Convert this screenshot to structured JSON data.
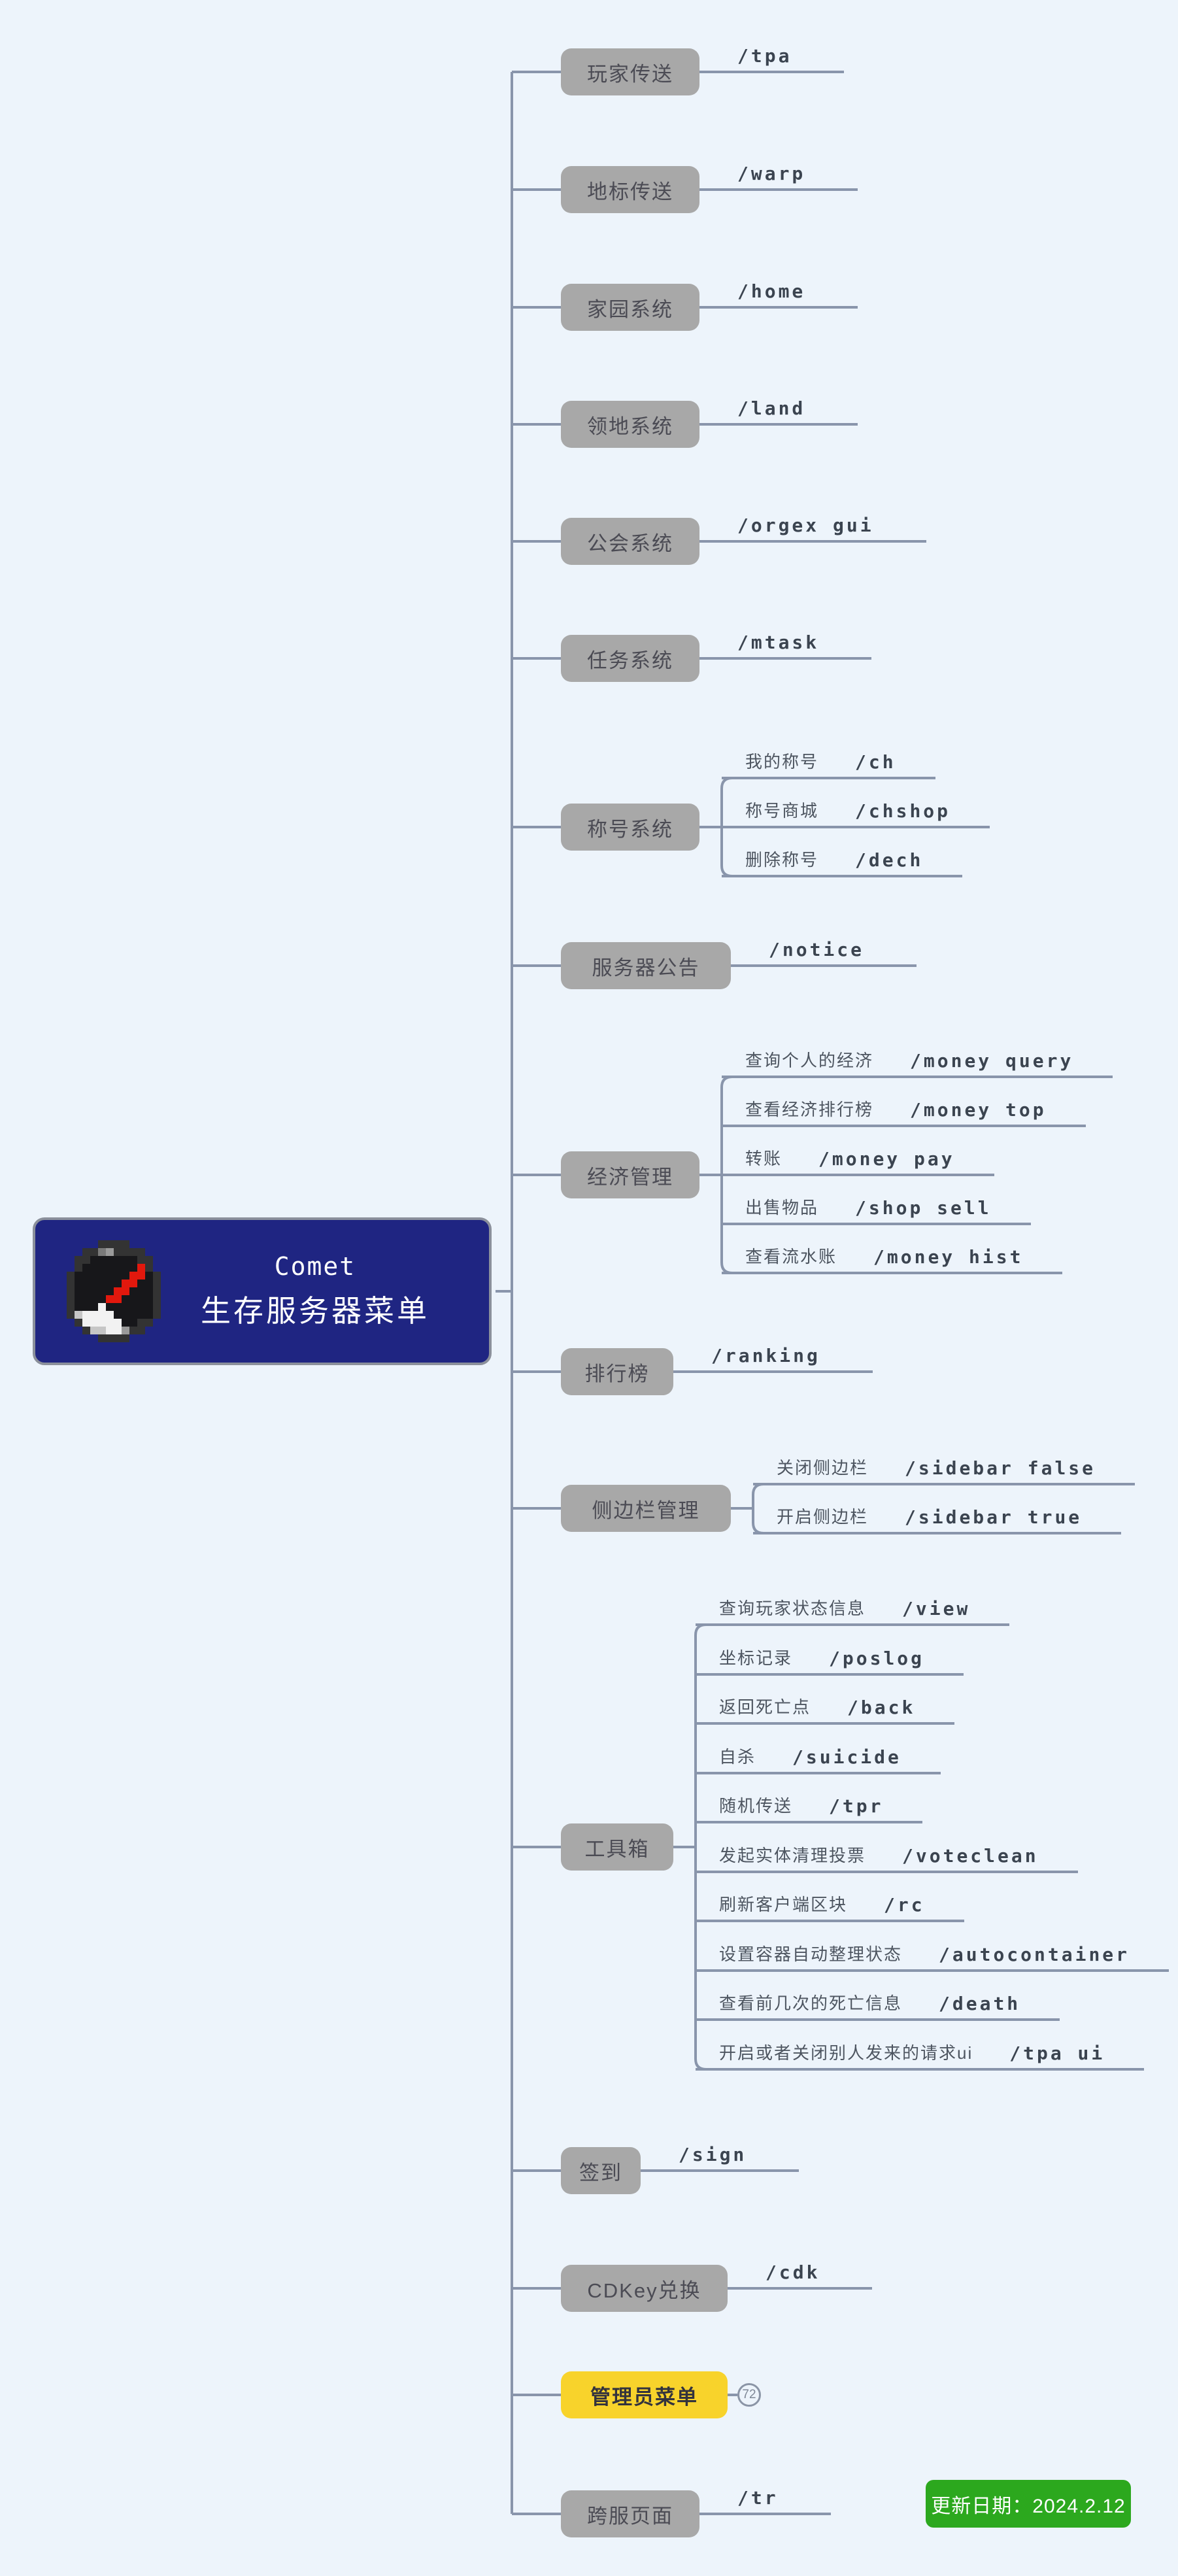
{
  "root": {
    "title_line1": "Comet",
    "title_line2": "生存服务器菜单",
    "bg_color": "#1f2582"
  },
  "branches": [
    {
      "id": "player-teleport",
      "label": "玩家传送",
      "command": "/tpa"
    },
    {
      "id": "waypoint-teleport",
      "label": "地标传送",
      "command": "/warp"
    },
    {
      "id": "home-system",
      "label": "家园系统",
      "command": "/home"
    },
    {
      "id": "land-system",
      "label": "领地系统",
      "command": "/land"
    },
    {
      "id": "guild-system",
      "label": "公会系统",
      "command": "/orgex gui"
    },
    {
      "id": "task-system",
      "label": "任务系统",
      "command": "/mtask"
    },
    {
      "id": "title-system",
      "label": "称号系统",
      "children": [
        {
          "label": "我的称号",
          "command": "/ch"
        },
        {
          "label": "称号商城",
          "command": "/chshop"
        },
        {
          "label": "删除称号",
          "command": "/dech"
        }
      ]
    },
    {
      "id": "server-notice",
      "label": "服务器公告",
      "command": "/notice"
    },
    {
      "id": "economy",
      "label": "经济管理",
      "children": [
        {
          "label": "查询个人的经济",
          "command": "/money query"
        },
        {
          "label": "查看经济排行榜",
          "command": "/money top"
        },
        {
          "label": "转账",
          "command": "/money pay"
        },
        {
          "label": "出售物品",
          "command": "/shop sell"
        },
        {
          "label": "查看流水账",
          "command": "/money hist"
        }
      ]
    },
    {
      "id": "ranking",
      "label": "排行榜",
      "command": "/ranking"
    },
    {
      "id": "sidebar-manage",
      "label": "侧边栏管理",
      "children": [
        {
          "label": "关闭侧边栏",
          "command": "/sidebar false"
        },
        {
          "label": "开启侧边栏",
          "command": "/sidebar true"
        }
      ]
    },
    {
      "id": "toolbox",
      "label": "工具箱",
      "children": [
        {
          "label": "查询玩家状态信息",
          "command": "/view"
        },
        {
          "label": "坐标记录",
          "command": "/poslog"
        },
        {
          "label": "返回死亡点",
          "command": "/back"
        },
        {
          "label": "自杀",
          "command": "/suicide"
        },
        {
          "label": "随机传送",
          "command": "/tpr"
        },
        {
          "label": "发起实体清理投票",
          "command": "/voteclean"
        },
        {
          "label": "刷新客户端区块",
          "command": "/rc"
        },
        {
          "label": "设置容器自动整理状态",
          "command": "/autocontainer"
        },
        {
          "label": "查看前几次的死亡信息",
          "command": "/death"
        },
        {
          "label": "开启或者关闭别人发来的请求ui",
          "command": "/tpa ui"
        }
      ]
    },
    {
      "id": "sign-in",
      "label": "签到",
      "command": "/sign"
    },
    {
      "id": "cdkey",
      "label": "CDKey兑换",
      "command": "/cdk"
    },
    {
      "id": "admin-menu",
      "label": "管理员菜单",
      "highlight": true,
      "collapsed_count": "72"
    },
    {
      "id": "cross-server",
      "label": "跨服页面",
      "command": "/tr"
    }
  ],
  "update_badge": {
    "label": "更新日期：2024.2.12",
    "bg_color": "#2ca81e"
  },
  "colors": {
    "background": "#edf4fb",
    "connector": "#8995ab",
    "node_fill": "#a8a8a8",
    "node_text": "#4b4b54",
    "highlight_fill": "#f8d32b",
    "root_fill": "#1f2582",
    "badge_fill": "#2ca81e"
  }
}
